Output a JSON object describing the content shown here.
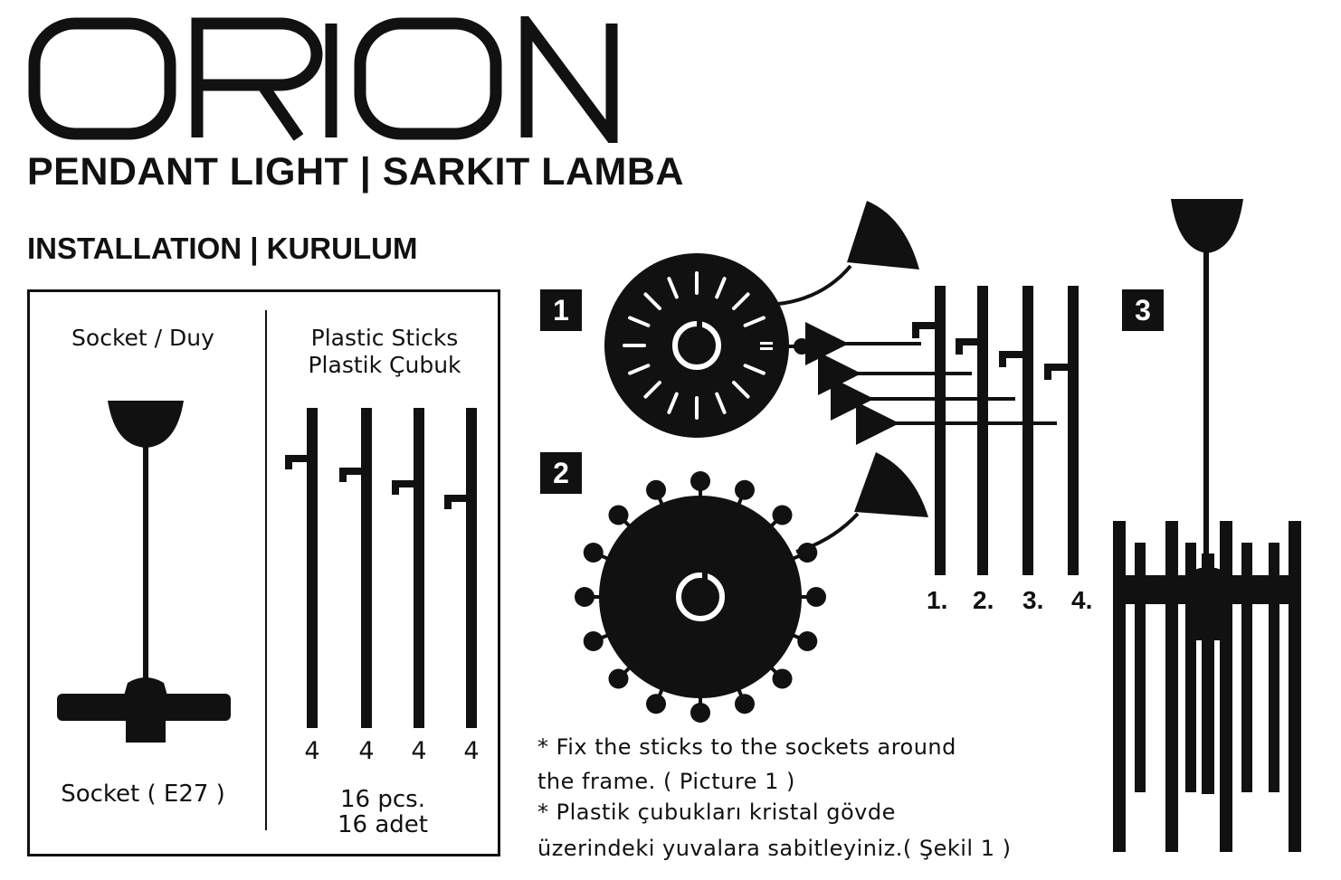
{
  "header": {
    "brand": "ORION",
    "subtitle": "PENDANT LIGHT | SARKIT LAMBA",
    "section": "INSTALLATION  |  KURULUM"
  },
  "parts_box": {
    "socket_title": "Socket / Duy",
    "socket_caption": "Socket ( E27 )",
    "sticks_title_en": "Plastic Sticks",
    "sticks_title_tr": "Plastik Çubuk",
    "stick_counts": [
      "4",
      "4",
      "4",
      "4"
    ],
    "total_en": "16 pcs.",
    "total_tr": "16 adet"
  },
  "steps": {
    "badges": [
      "1",
      "2",
      "3"
    ],
    "stick_labels": [
      "1.",
      "2.",
      "3.",
      "4."
    ]
  },
  "notes": [
    "* Fix the sticks to the sockets around",
    "the frame. ( Picture 1 )",
    "* Plastik çubukları kristal gövde",
    "üzerindeki yuvalara sabitleyiniz.( Şekil 1 )"
  ],
  "colors": {
    "ink": "#111111",
    "paper": "#ffffff"
  }
}
